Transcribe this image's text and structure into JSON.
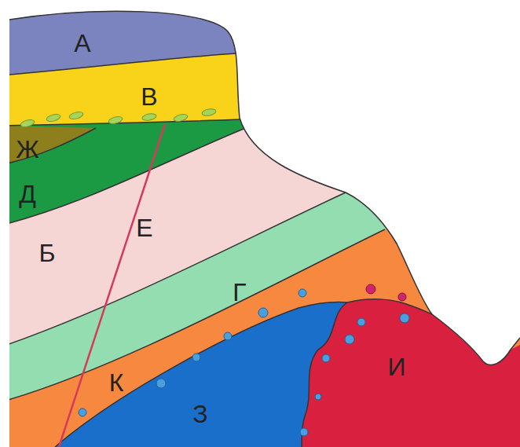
{
  "diagram": {
    "labels": [
      "А",
      "В",
      "Ж",
      "Д",
      "Б",
      "Е",
      "Г",
      "К",
      "З",
      "И"
    ]
  }
}
